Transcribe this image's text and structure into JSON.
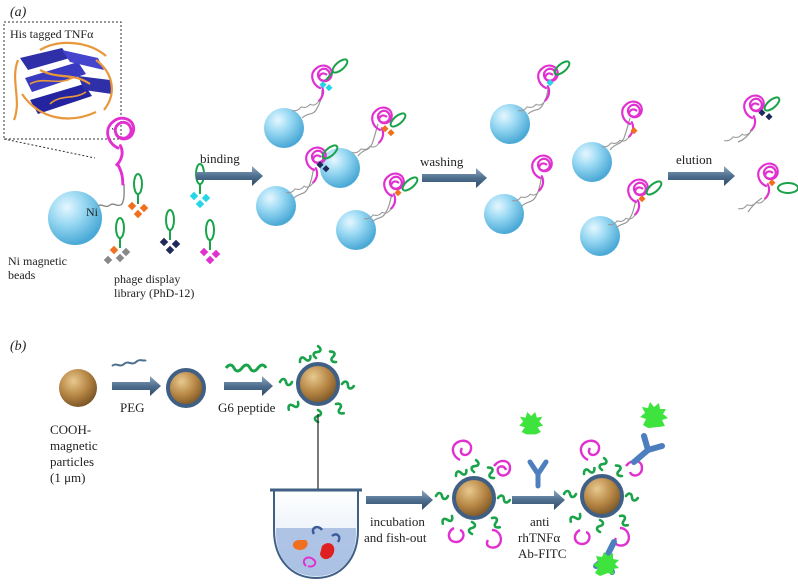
{
  "panel_a": {
    "label": "(a)",
    "inset_title": "His tagged TNFα",
    "ni_label": "Ni",
    "beads_label": [
      "Ni magnetic",
      "beads"
    ],
    "library_label": [
      "phage display",
      "library (PhD-12)"
    ],
    "steps": [
      "binding",
      "washing",
      "elution"
    ]
  },
  "panel_b": {
    "label": "(b)",
    "particle_label": [
      "COOH-",
      "magnetic",
      "particles",
      "(1 μm)"
    ],
    "steps": [
      "PEG",
      "G6 peptide"
    ],
    "incubation_label": [
      "incubation",
      "and fish-out"
    ],
    "antibody_label": [
      "anti",
      "rhTNFα",
      "Ab-FITC"
    ]
  },
  "colors": {
    "bead": "#8fd3f0",
    "protein": "#e030d0",
    "phage_green": "#1aa34a",
    "particle": "#b08040",
    "arrow": "#4f6f8f",
    "antibody": "#4d7fbf",
    "fitc": "#3ee33e"
  }
}
